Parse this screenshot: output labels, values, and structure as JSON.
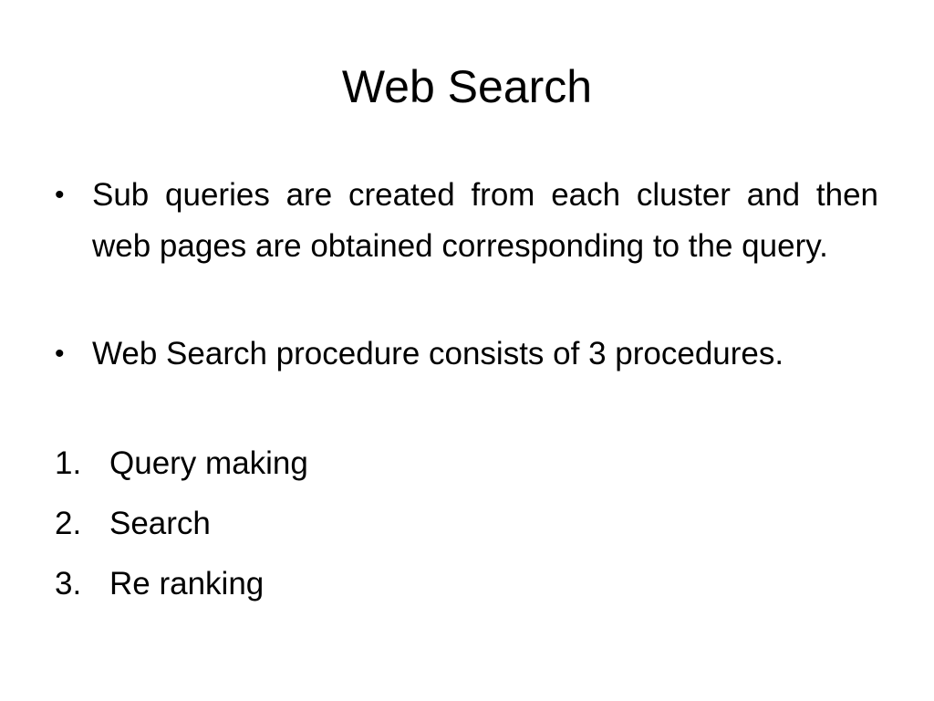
{
  "slide": {
    "title": "Web Search",
    "bullets": [
      {
        "marker": "•",
        "text": "Sub queries are created from each cluster and then web pages are obtained corresponding to the query."
      },
      {
        "marker": "•",
        "text": "Web Search procedure consists of 3 procedures."
      }
    ],
    "numbered": [
      {
        "number": "1.",
        "text": "Query making"
      },
      {
        "number": "2.",
        "text": "Search"
      },
      {
        "number": "3.",
        "text": "Re ranking"
      }
    ]
  }
}
